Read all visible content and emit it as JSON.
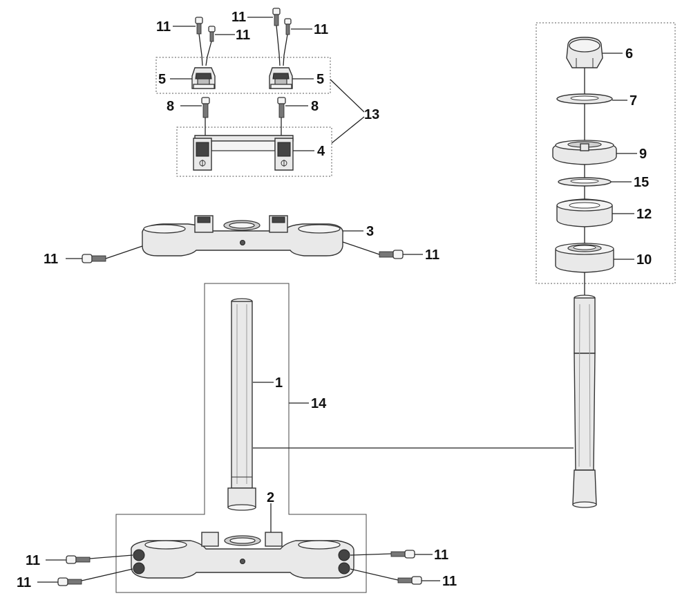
{
  "diagram": {
    "labels": {
      "p1": "1",
      "p2": "2",
      "p3": "3",
      "p4": "4",
      "p5a": "5",
      "p5b": "5",
      "p6": "6",
      "p7": "7",
      "p8a": "8",
      "p8b": "8",
      "p9": "9",
      "p10": "10",
      "p11_top1": "11",
      "p11_top2": "11",
      "p11_top3": "11",
      "p11_top4": "11",
      "p11_crown_left": "11",
      "p11_crown_right": "11",
      "p11_lower_left1": "11",
      "p11_lower_left2": "11",
      "p11_lower_right1": "11",
      "p11_lower_right2": "11",
      "p12": "12",
      "p13": "13",
      "p14": "14",
      "p15": "15"
    }
  }
}
